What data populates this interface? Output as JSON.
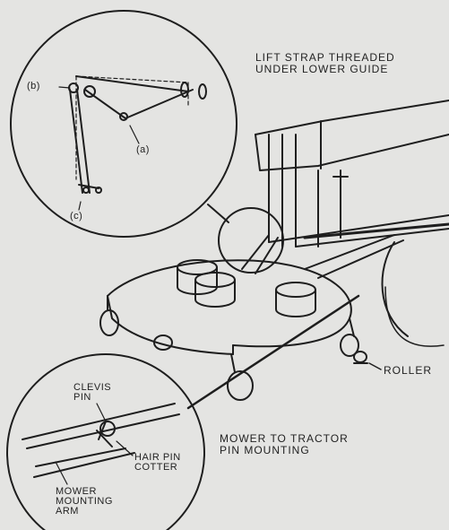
{
  "labels": {
    "lift_strap": "LIFT STRAP THREADED\nUNDER LOWER GUIDE",
    "callout_b": "(b)",
    "callout_a": "(a)",
    "callout_c": "(c)",
    "clevis_pin": "CLEVIS\nPIN",
    "hair_pin_cotter": "HAIR PIN\nCOTTER",
    "mower_mounting_arm": "MOWER\nMOUNTING\nARM",
    "roller": "ROLLER",
    "mower_to_tractor": "MOWER TO TRACTOR\nPIN MOUNTING"
  },
  "colors": {
    "paper": "#e4e4e2",
    "ink": "#1e1e1e"
  }
}
